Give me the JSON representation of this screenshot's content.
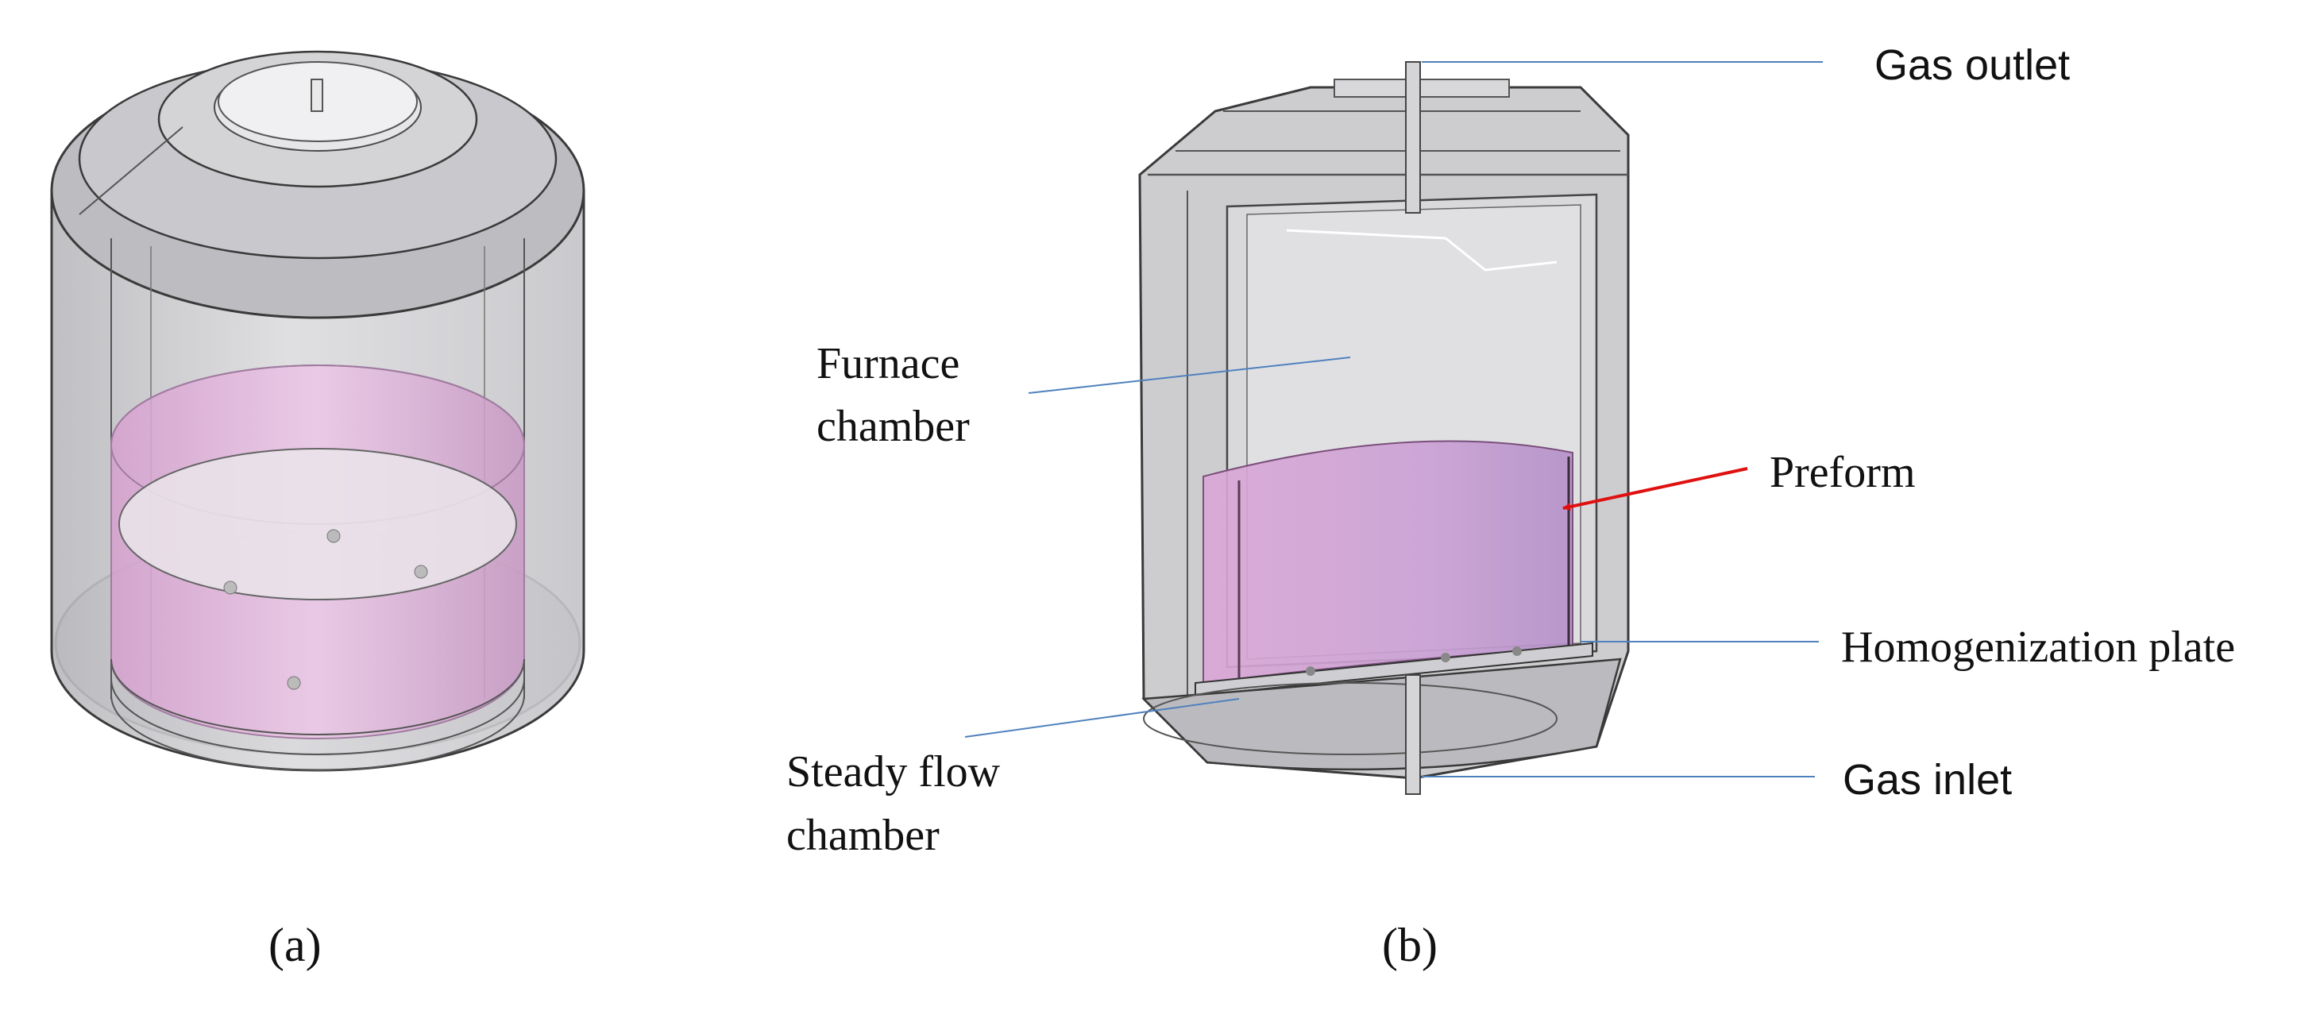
{
  "figure": {
    "panels": [
      {
        "id": "a",
        "caption": "(a)"
      },
      {
        "id": "b",
        "caption": "(b)"
      }
    ],
    "labels": {
      "gas_outlet": "Gas outlet",
      "furnace_chamber_line1": "Furnace",
      "furnace_chamber_line2": "chamber",
      "preform": "Preform",
      "homogenization_plate": "Homogenization plate",
      "gas_inlet": "Gas inlet",
      "steady_flow_line1": "Steady flow",
      "steady_flow_line2": "chamber"
    },
    "colors": {
      "vessel_fill": "#c8c8cc",
      "vessel_stroke": "#3a3a3a",
      "preform_fill": "#d99fd2",
      "leader_line": "#4f81bd",
      "arrow": "#e01010"
    }
  }
}
